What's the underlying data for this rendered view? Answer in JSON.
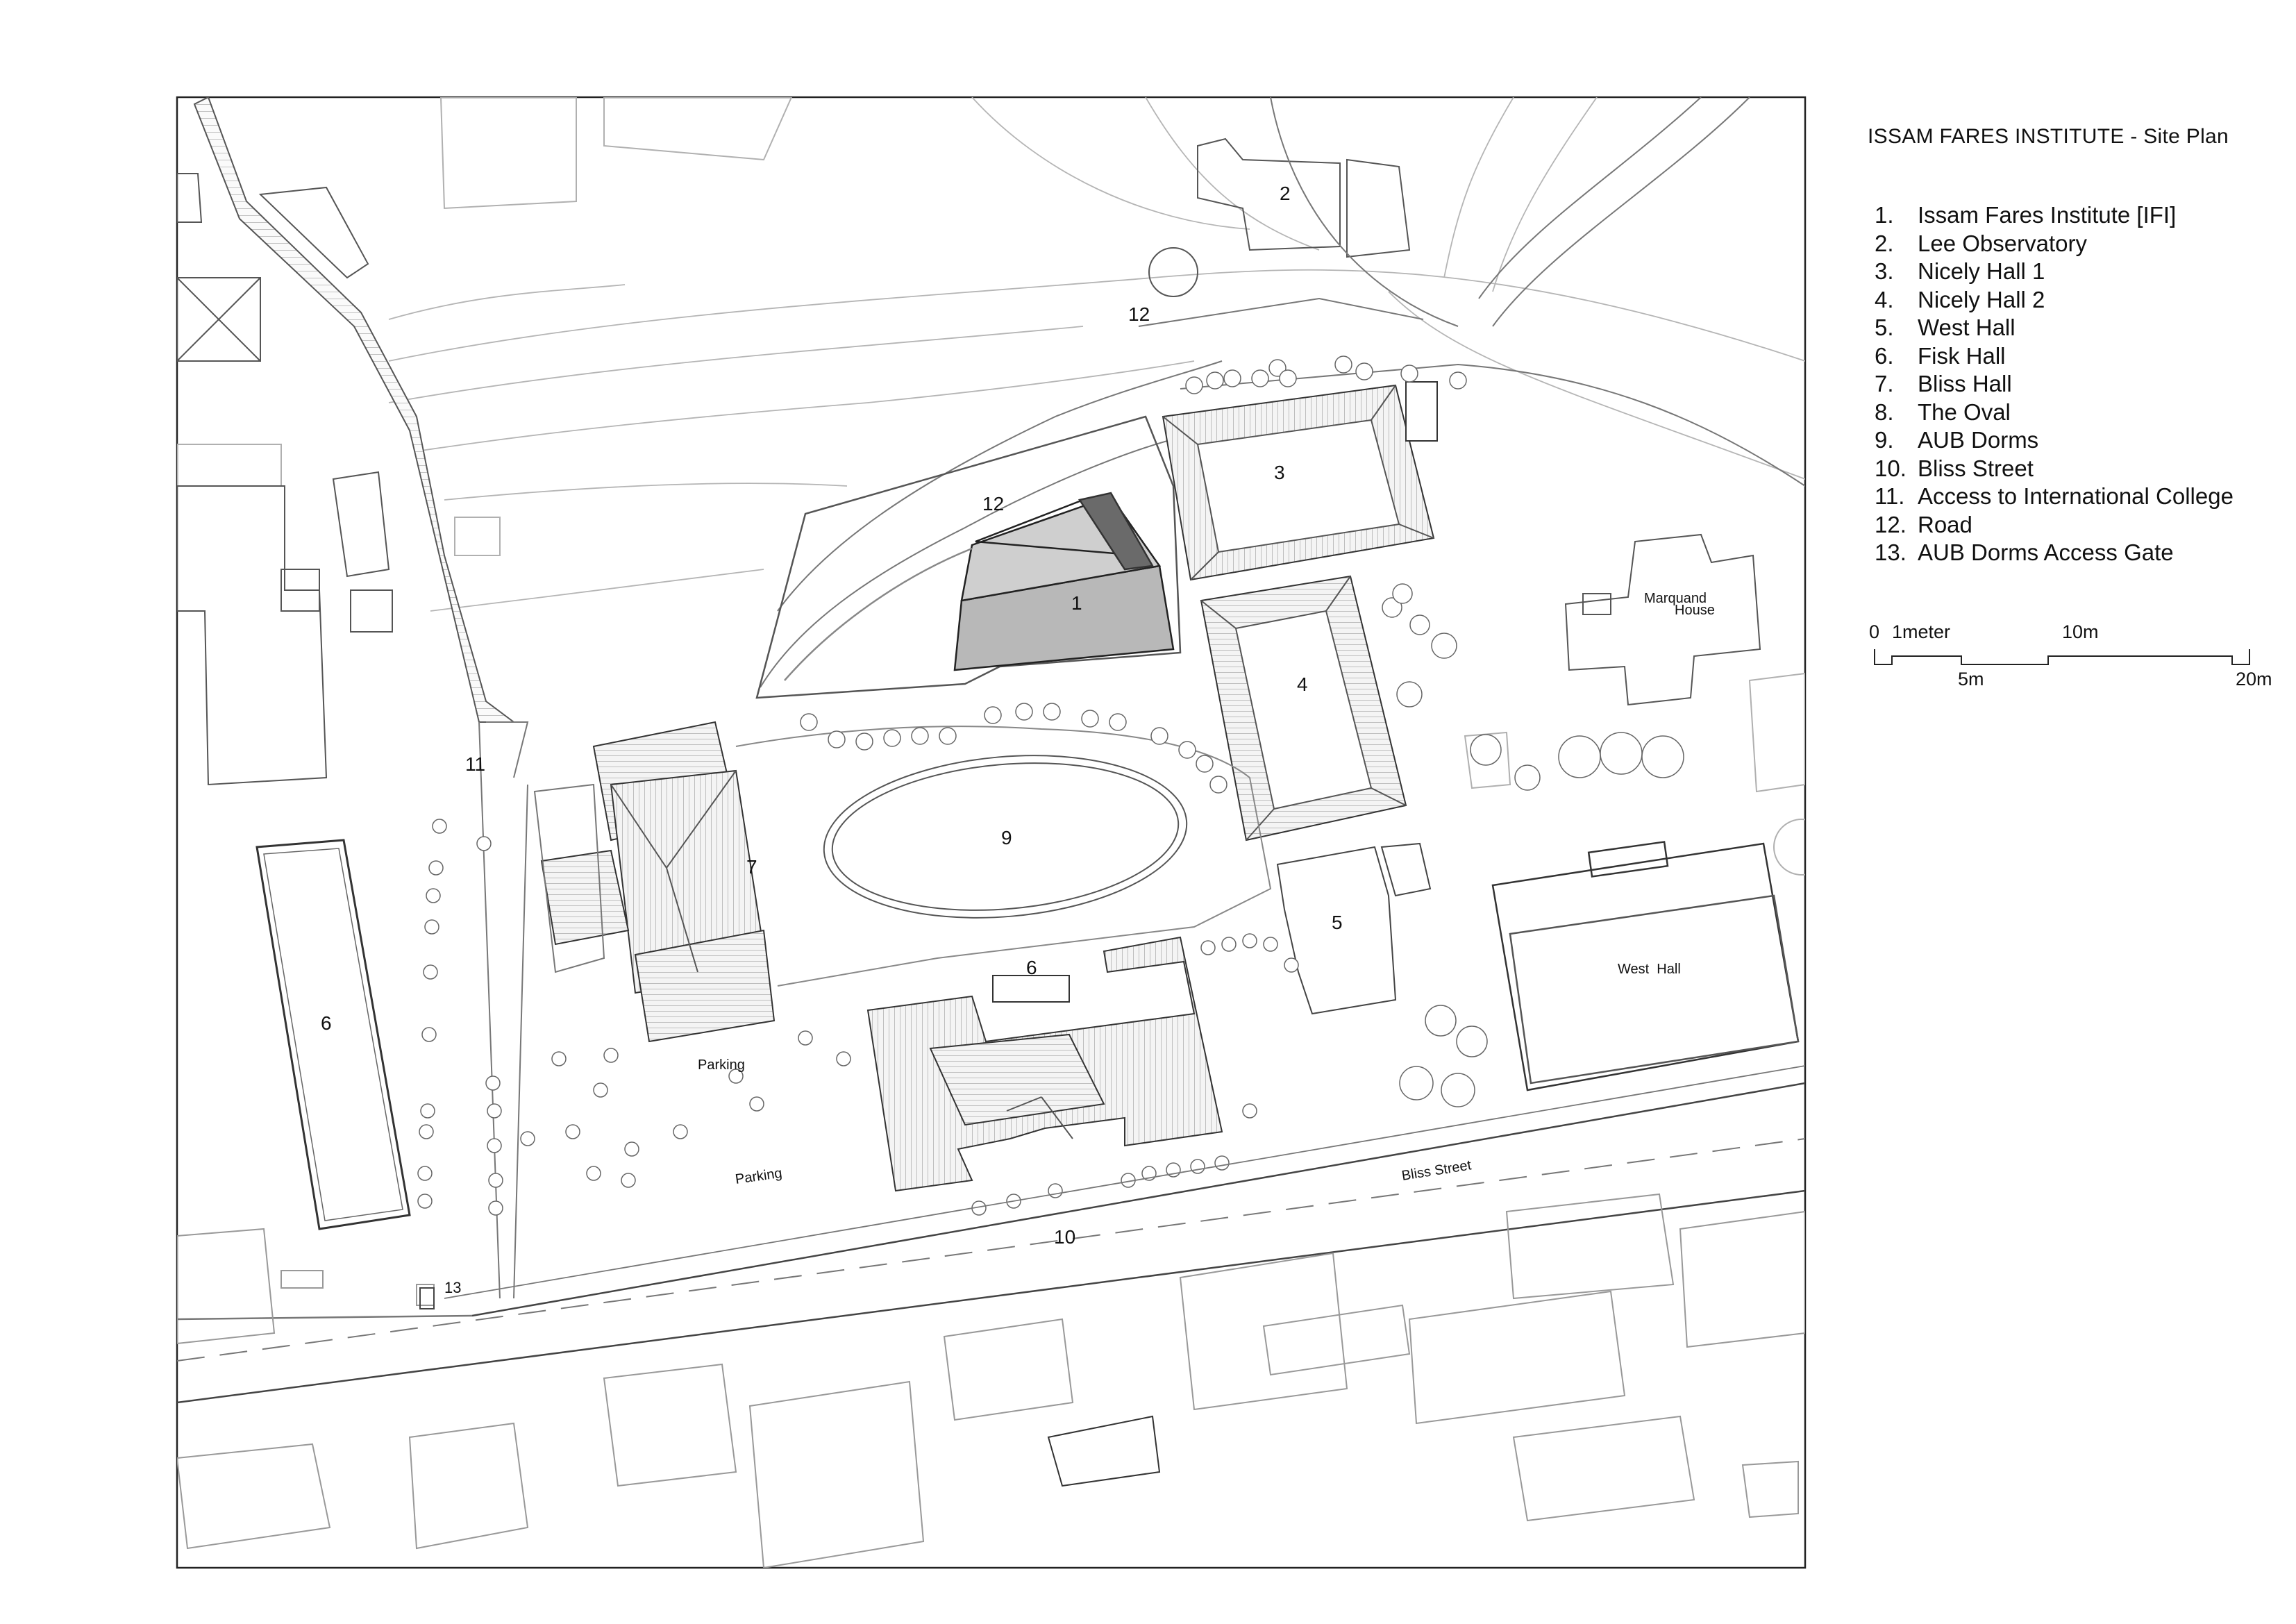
{
  "title": "ISSAM FARES INSTITUTE - Site Plan",
  "legend": [
    {
      "num": "1.",
      "label": "Issam Fares Institute [IFI]"
    },
    {
      "num": "2.",
      "label": "Lee Observatory"
    },
    {
      "num": "3.",
      "label": "Nicely Hall 1"
    },
    {
      "num": "4.",
      "label": "Nicely Hall 2"
    },
    {
      "num": "5.",
      "label": "West Hall"
    },
    {
      "num": "6.",
      "label": "Fisk Hall"
    },
    {
      "num": "7.",
      "label": "Bliss Hall"
    },
    {
      "num": "8.",
      "label": "The Oval"
    },
    {
      "num": "9.",
      "label": "AUB Dorms"
    },
    {
      "num": "10.",
      "label": "Bliss Street"
    },
    {
      "num": "11.",
      "label": "Access to International College"
    },
    {
      "num": "12.",
      "label": "Road"
    },
    {
      "num": "13.",
      "label": "AUB Dorms Access Gate"
    }
  ],
  "scale_bar": {
    "t0": "0",
    "t1": "1meter",
    "t10": "10m",
    "t5": "5m",
    "t20": "20m"
  },
  "map_labels": {
    "n1": "1",
    "n2": "2",
    "n3": "3",
    "n4": "4",
    "n5": "5",
    "n6a": "6",
    "n6b": "6",
    "n7": "7",
    "n9": "9",
    "n10": "10",
    "n11": "11",
    "n12a": "12",
    "n12b": "12",
    "n13": "13",
    "marquand1": "Marquand",
    "marquand2": "House",
    "west_hall": "West  Hall",
    "parking1": "Parking",
    "parking2": "Parking",
    "bliss_street": "Bliss Street"
  }
}
